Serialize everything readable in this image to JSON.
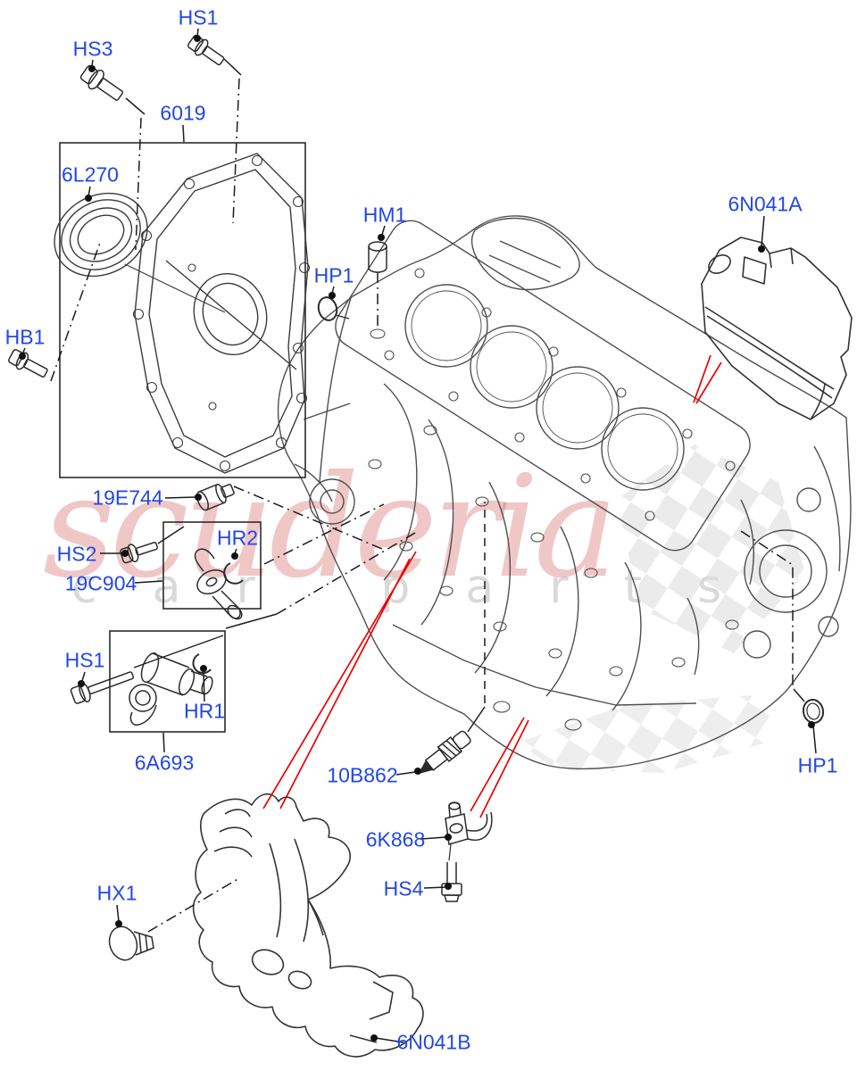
{
  "diagram": {
    "description": "Engine cylinder block exploded parts diagram",
    "watermark": {
      "primary": "scuderia",
      "secondary": "car parts"
    },
    "colors": {
      "label": "#2447E6",
      "leader": "#2B2B2B",
      "block_line": "#4F4F4F",
      "highlight": "#EA0000",
      "shading": "#D8D8D8"
    },
    "callouts": [
      {
        "id": "hs1-top",
        "label": "HS1"
      },
      {
        "id": "hs3",
        "label": "HS3"
      },
      {
        "id": "6019",
        "label": "6019"
      },
      {
        "id": "6l270",
        "label": "6L270"
      },
      {
        "id": "hm1",
        "label": "HM1"
      },
      {
        "id": "6n041a",
        "label": "6N041A"
      },
      {
        "id": "hp1-left",
        "label": "HP1"
      },
      {
        "id": "hb1",
        "label": "HB1"
      },
      {
        "id": "19e744",
        "label": "19E744"
      },
      {
        "id": "hs2",
        "label": "HS2"
      },
      {
        "id": "hr2",
        "label": "HR2"
      },
      {
        "id": "19c904",
        "label": "19C904"
      },
      {
        "id": "hs1-mid",
        "label": "HS1"
      },
      {
        "id": "hr1",
        "label": "HR1"
      },
      {
        "id": "6a693",
        "label": "6A693"
      },
      {
        "id": "10b862",
        "label": "10B862"
      },
      {
        "id": "hp1-right",
        "label": "HP1"
      },
      {
        "id": "6k868",
        "label": "6K868"
      },
      {
        "id": "hs4",
        "label": "HS4"
      },
      {
        "id": "hx1",
        "label": "HX1"
      },
      {
        "id": "6n041b",
        "label": "6N041B"
      }
    ]
  }
}
